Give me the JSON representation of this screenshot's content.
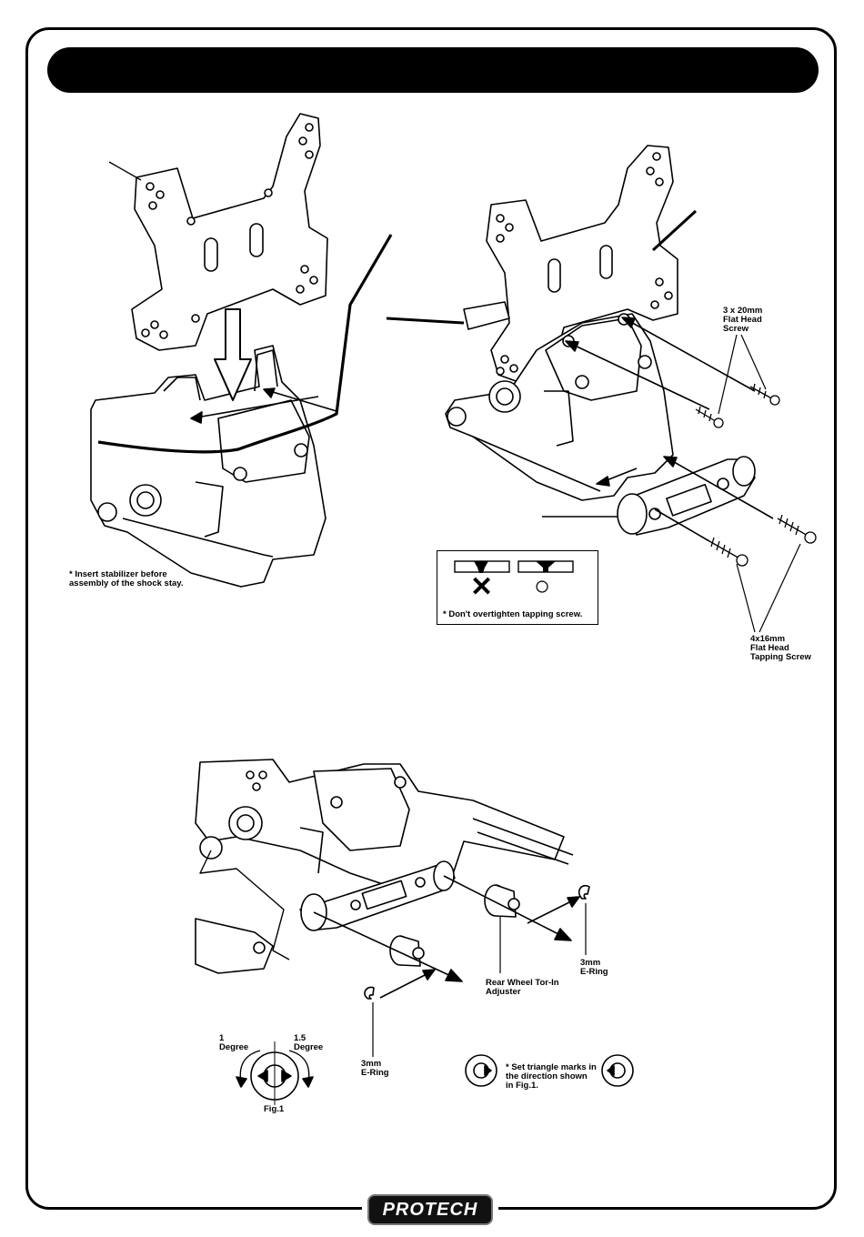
{
  "page": {
    "title_bar_text": "",
    "brand_logo": "PROTECH"
  },
  "step1": {
    "note": "* Insert stabilizer before\n  assembly of the shock stay."
  },
  "step2": {
    "screw_label": "3 x 20mm\nFlat Head\nScrew",
    "tapping_label": "4x16mm\nFlat Head\nTapping Screw",
    "warning": {
      "note": "* Don't overtighten tapping screw.",
      "wrong_mark": "✕",
      "right_mark": "○"
    }
  },
  "step3": {
    "adjuster_label": "Rear Wheel Tor-In\nAdjuster",
    "ering_right_label": "3mm\nE-Ring",
    "ering_left_label": "3mm\nE-Ring",
    "degree_left": "1\nDegree",
    "degree_right": "1.5\nDegree",
    "fig_label": "Fig.1",
    "triangle_note": "* Set  triangle marks in\n   the direction shown\n   in Fig.1."
  }
}
